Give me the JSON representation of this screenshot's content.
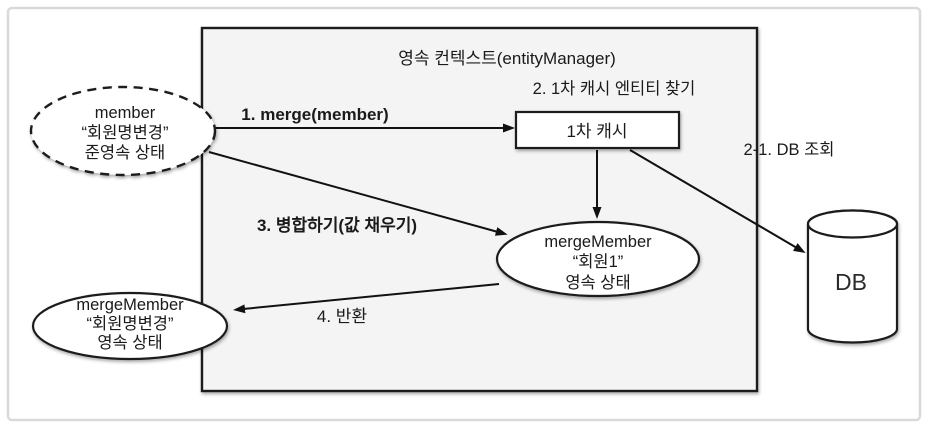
{
  "diagram": {
    "title": "영속 컨텍스트(entityManager)",
    "nodes": {
      "member": {
        "line1": "member",
        "line2": "“회원명변경”",
        "line3": "준영속 상태"
      },
      "cache": {
        "label": "1차 캐시"
      },
      "mergeMember": {
        "line1": "mergeMember",
        "line2": "“회원1”",
        "line3": "영속 상태"
      },
      "returnedMember": {
        "line1": "mergeMember",
        "line2": "“회원명변경”",
        "line3": "영속 상태"
      },
      "db": {
        "label": "DB"
      }
    },
    "steps": {
      "step1": "1. merge(member)",
      "step2": "2. 1차 캐시 엔티티 찾기",
      "step2_1": "2-1. DB 조회",
      "step3": "3. 병합하기(값 채우기)",
      "step4": "4. 반환"
    },
    "colors": {
      "context_fill": "#f4f4f4",
      "frame_border": "#d9d9d9",
      "line": "#1c1c1c"
    }
  }
}
